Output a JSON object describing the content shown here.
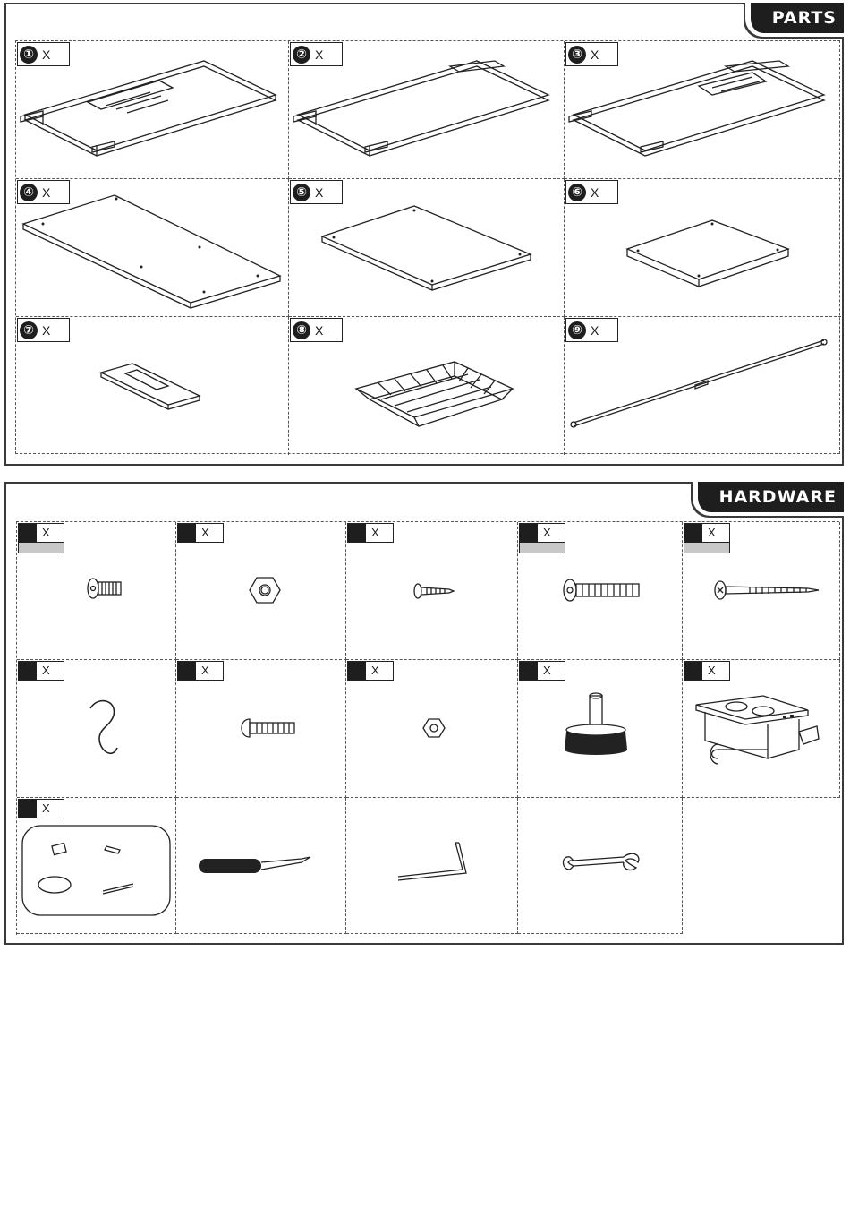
{
  "parts": {
    "tab_label": "PARTS",
    "items": [
      {
        "num": "①",
        "qty": "X",
        "icon": "desk-frame-1-icon"
      },
      {
        "num": "②",
        "qty": "X",
        "icon": "desk-frame-2-icon"
      },
      {
        "num": "③",
        "qty": "X",
        "icon": "desk-frame-3-icon"
      },
      {
        "num": "④",
        "qty": "X",
        "icon": "large-panel-icon"
      },
      {
        "num": "⑤",
        "qty": "X",
        "icon": "medium-panel-icon"
      },
      {
        "num": "⑥",
        "qty": "X",
        "icon": "small-panel-icon"
      },
      {
        "num": "⑦",
        "qty": "X",
        "icon": "grommet-plate-icon"
      },
      {
        "num": "⑧",
        "qty": "X",
        "icon": "wire-basket-icon"
      },
      {
        "num": "⑨",
        "qty": "X",
        "icon": "tension-rod-icon"
      }
    ]
  },
  "hardware": {
    "tab_label": "HARDWARE",
    "items": [
      {
        "qty": "X",
        "icon": "short-bolt-icon"
      },
      {
        "qty": "X",
        "icon": "hex-nut-icon"
      },
      {
        "qty": "X",
        "icon": "small-screw-icon"
      },
      {
        "qty": "X",
        "icon": "long-bolt-icon"
      },
      {
        "qty": "X",
        "icon": "wood-screw-icon"
      },
      {
        "qty": "X",
        "icon": "s-hook-icon"
      },
      {
        "qty": "X",
        "icon": "button-bolt-icon"
      },
      {
        "qty": "X",
        "icon": "small-nut-icon"
      },
      {
        "qty": "X",
        "icon": "leveling-foot-icon"
      },
      {
        "qty": "X",
        "icon": "power-strip-icon"
      },
      {
        "qty": "X",
        "icon": "mounting-kit-icon"
      },
      {
        "qty": "",
        "icon": "screwdriver-icon"
      },
      {
        "qty": "",
        "icon": "allen-key-icon"
      },
      {
        "qty": "",
        "icon": "wrench-icon"
      }
    ]
  }
}
